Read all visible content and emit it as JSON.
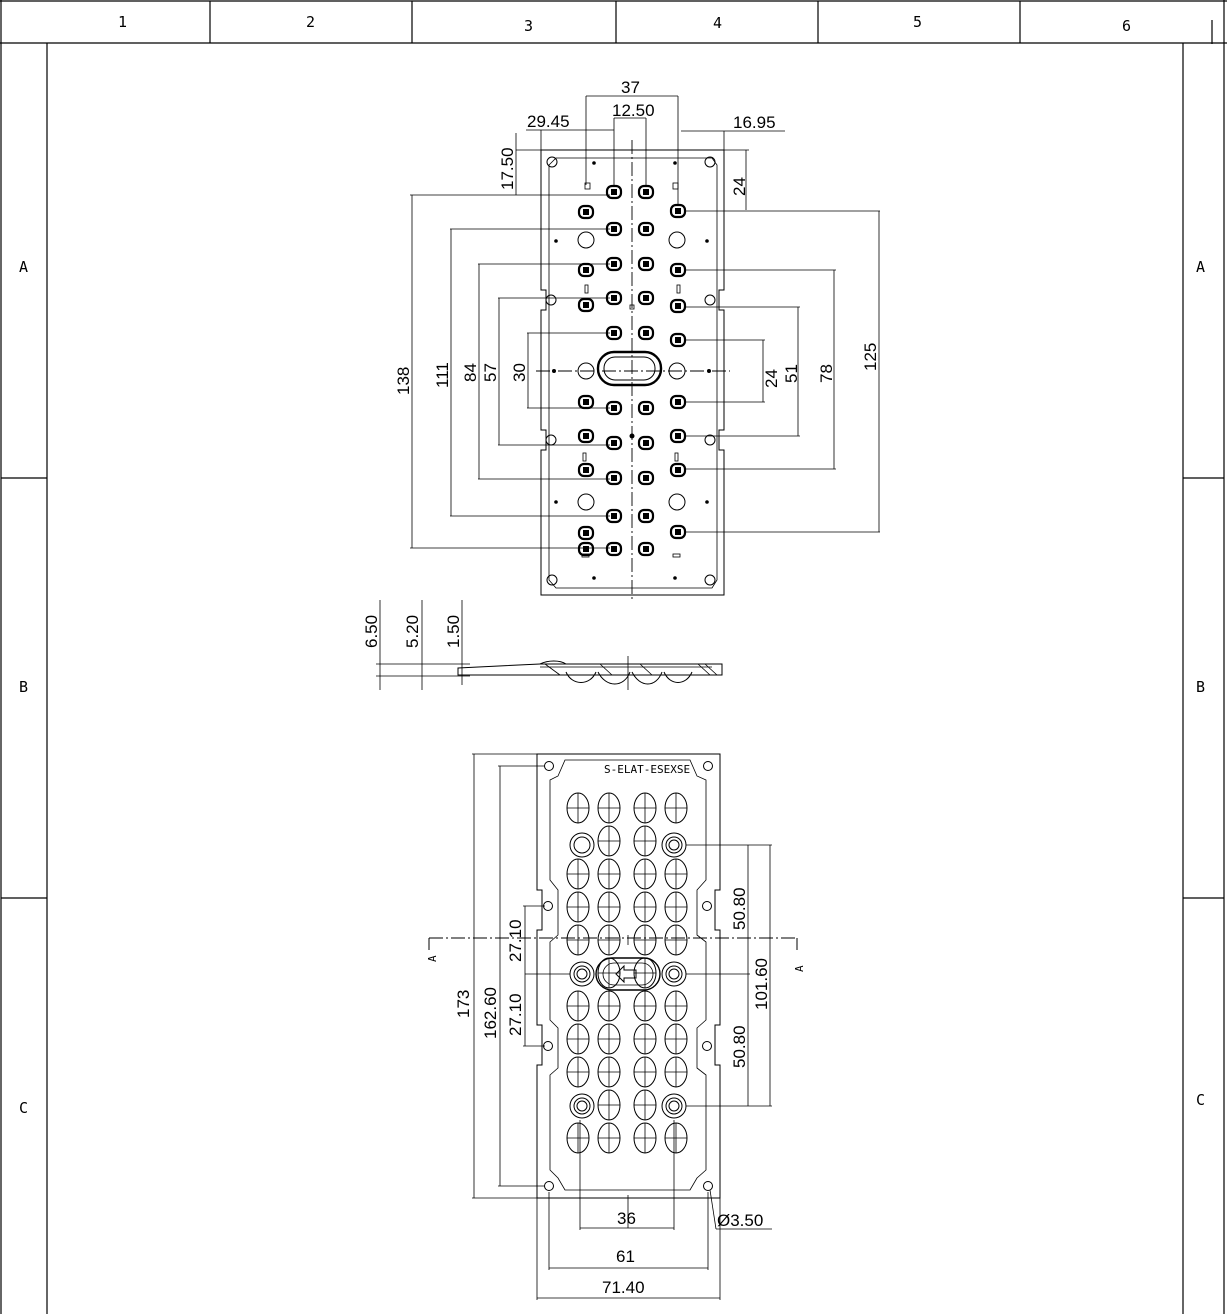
{
  "border": {
    "column_labels": [
      "1",
      "2",
      "3",
      "4",
      "5",
      "6"
    ],
    "row_labels": [
      "A",
      "B",
      "C"
    ]
  },
  "top_view": {
    "dimensions": [
      "37",
      "12.50",
      "29.45",
      "16.95",
      "17.50",
      "24",
      "138",
      "111",
      "84",
      "57",
      "30",
      "24",
      "51",
      "78",
      "125"
    ]
  },
  "side_view": {
    "dimensions": [
      "6.50",
      "5.20",
      "1.50"
    ]
  },
  "bottom_view": {
    "part_marking": "S-ELAT-ESEXSE",
    "section_mark": "A",
    "dimensions": [
      "173",
      "162.60",
      "27.10",
      "27.10",
      "50.80",
      "101.60",
      "50.80",
      "36",
      "Ø3.50",
      "61",
      "71.40"
    ]
  }
}
